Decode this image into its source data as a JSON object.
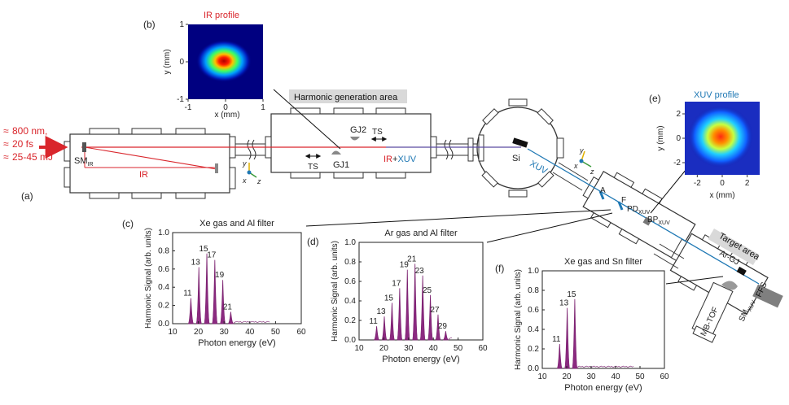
{
  "labels": {
    "panel_a": "(a)",
    "panel_b": "(b)",
    "panel_c": "(c)",
    "panel_d": "(d)",
    "panel_e": "(e)",
    "panel_f": "(f)",
    "laser_1": "800 nm,",
    "laser_2": "20 fs",
    "laser_3": "25-45 mJ",
    "approx": "≈",
    "ir": "IR",
    "sm_ir": "SM",
    "sm_ir_sub": "IR",
    "harmonic_area": "Harmonic generation area",
    "gj1": "GJ1",
    "gj2": "GJ2",
    "ts1": "TS",
    "ts2": "TS",
    "ir_xuv_ir": "IR",
    "ir_xuv_plus": "+",
    "ir_xuv_xuv": "XUV",
    "si": "Si",
    "xuv_beam": "XUV",
    "axis_x": "x",
    "axis_y": "y",
    "axis_z": "z",
    "a_label": "A",
    "f_label": "F",
    "pd": "PD",
    "pd_sub": "XUV",
    "bp": "BP",
    "bp_sub": "XUV",
    "target_area": "Target area",
    "ar_gj": "Ar-GJ",
    "ffs": "FFS",
    "mb_tof": "MB-TOF",
    "sm_xuv": "SM",
    "sm_xuv_sub": "XUV"
  },
  "colors": {
    "red": "#d9262c",
    "blue": "#1f78b4",
    "purple": "#7a1f6e",
    "purple_fill": "#8b2a80"
  },
  "chart_data": [
    {
      "id": "ir_profile",
      "type": "heatmap",
      "title": "IR profile",
      "xlabel": "x (mm)",
      "ylabel": "y (mm)",
      "xticks": [
        "-1",
        "0",
        "1"
      ],
      "yticks": [
        "1",
        "0",
        "-1"
      ],
      "xlim": [
        -1,
        1
      ],
      "ylim": [
        -1,
        1
      ],
      "peak": {
        "x": -0.15,
        "y": 0.0
      }
    },
    {
      "id": "xuv_profile",
      "type": "heatmap",
      "title": "XUV profile",
      "xlabel": "x (mm)",
      "ylabel": "y (mm)",
      "xticks": [
        "-2",
        "0",
        "2"
      ],
      "yticks": [
        "2",
        "0",
        "-2"
      ],
      "xlim": [
        -3,
        3
      ],
      "ylim": [
        -3,
        3
      ],
      "peak": {
        "x": 0.0,
        "y": 0.0
      }
    },
    {
      "id": "spectrum_c",
      "type": "area",
      "title": "Xe gas and Al filter",
      "xlabel": "Photon energy (eV)",
      "ylabel": "Harmonic Signal (arb. units)",
      "xlim": [
        10,
        60
      ],
      "ylim": [
        0,
        1.0
      ],
      "xticks": [
        "10",
        "20",
        "30",
        "40",
        "50",
        "60"
      ],
      "yticks": [
        "0.0",
        "0.2",
        "0.4",
        "0.6",
        "0.8",
        "1.0"
      ],
      "peaks": [
        {
          "order": "11",
          "energy": 17.1,
          "value": 0.28
        },
        {
          "order": "13",
          "energy": 20.2,
          "value": 0.62
        },
        {
          "order": "15",
          "energy": 23.3,
          "value": 0.77
        },
        {
          "order": "17",
          "energy": 26.4,
          "value": 0.7
        },
        {
          "order": "19",
          "energy": 29.5,
          "value": 0.48
        },
        {
          "order": "21",
          "energy": 32.6,
          "value": 0.13
        }
      ]
    },
    {
      "id": "spectrum_d",
      "type": "area",
      "title": "Ar gas and Al filter",
      "xlabel": "Photon energy (eV)",
      "ylabel": "Harmonic Signal (arb. units)",
      "xlim": [
        10,
        60
      ],
      "ylim": [
        0,
        1.0
      ],
      "xticks": [
        "10",
        "20",
        "30",
        "40",
        "50",
        "60"
      ],
      "yticks": [
        "0.0",
        "0.2",
        "0.4",
        "0.6",
        "0.8",
        "1.0"
      ],
      "peaks": [
        {
          "order": "11",
          "energy": 17.1,
          "value": 0.14
        },
        {
          "order": "13",
          "energy": 20.2,
          "value": 0.24
        },
        {
          "order": "15",
          "energy": 23.3,
          "value": 0.38
        },
        {
          "order": "17",
          "energy": 26.4,
          "value": 0.53
        },
        {
          "order": "19",
          "energy": 29.5,
          "value": 0.72
        },
        {
          "order": "21",
          "energy": 32.6,
          "value": 0.78
        },
        {
          "order": "23",
          "energy": 35.7,
          "value": 0.66
        },
        {
          "order": "25",
          "energy": 38.8,
          "value": 0.46
        },
        {
          "order": "27",
          "energy": 41.9,
          "value": 0.26
        },
        {
          "order": "29",
          "energy": 45.0,
          "value": 0.09
        }
      ]
    },
    {
      "id": "spectrum_f",
      "type": "area",
      "title": "Xe gas and Sn filter",
      "xlabel": "Photon energy (eV)",
      "ylabel": "Harmonic Signal (arb. units)",
      "xlim": [
        10,
        60
      ],
      "ylim": [
        0,
        1.0
      ],
      "xticks": [
        "10",
        "20",
        "30",
        "40",
        "50",
        "60"
      ],
      "yticks": [
        "0.0",
        "0.2",
        "0.4",
        "0.6",
        "0.8",
        "1.0"
      ],
      "peaks": [
        {
          "order": "11",
          "energy": 17.1,
          "value": 0.25
        },
        {
          "order": "13",
          "energy": 20.2,
          "value": 0.62
        },
        {
          "order": "15",
          "energy": 23.3,
          "value": 0.71
        }
      ]
    }
  ]
}
